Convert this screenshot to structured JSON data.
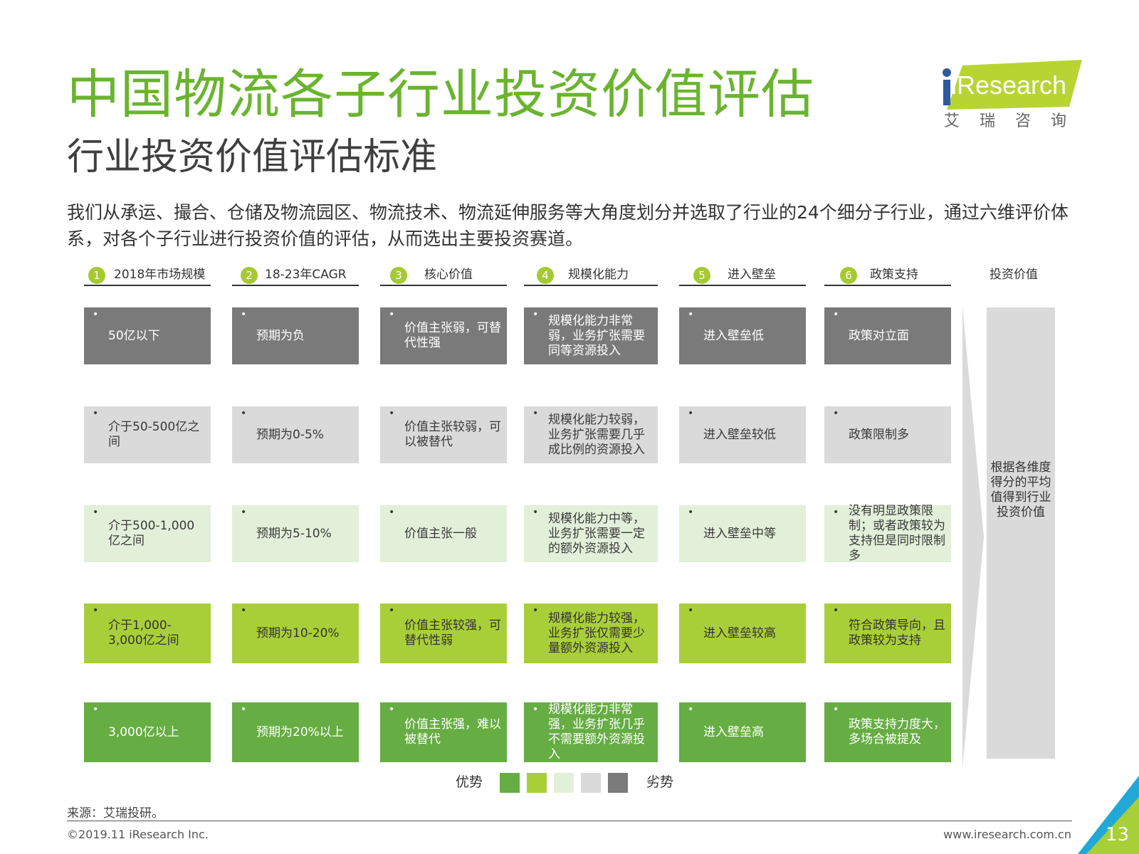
{
  "title": "中国物流各子行业投资价值评估",
  "subtitle": "行业投资价值评估标准",
  "intro": "我们从承运、撮合、仓储及物流园区、物流技术、物流延伸服务等大角度划分并选取了行业的24个细分子行业，通过六维评价体系，对各个子行业进行投资价值的评估，从而选出主要投资赛道。",
  "logo": {
    "brand": "iResearch",
    "cn": "艾瑞咨询"
  },
  "columns": [
    {
      "num": "1",
      "label": "2018年市场规模"
    },
    {
      "num": "2",
      "label": "18-23年CAGR"
    },
    {
      "num": "3",
      "label": "核心价值"
    },
    {
      "num": "4",
      "label": "规模化能力"
    },
    {
      "num": "5",
      "label": "进入壁垒"
    },
    {
      "num": "6",
      "label": "政策支持"
    }
  ],
  "value_header": "投资价值",
  "bullet": "•",
  "rows": [
    {
      "level": 1,
      "cells": [
        "50亿以下",
        "预期为负",
        "价值主张弱，可替代性强",
        "规模化能力非常弱，业务扩张需要同等资源投入",
        "进入壁垒低",
        "政策对立面"
      ]
    },
    {
      "level": 2,
      "cells": [
        "介于50-500亿之间",
        "预期为0-5%",
        "价值主张较弱，可以被替代",
        "规模化能力较弱，业务扩张需要几乎成比例的资源投入",
        "进入壁垒较低",
        "政策限制多"
      ]
    },
    {
      "level": 3,
      "cells": [
        "介于500-1,000亿之间",
        "预期为5-10%",
        "价值主张一般",
        "规模化能力中等，业务扩张需要一定的额外资源投入",
        "进入壁垒中等",
        "没有明显政策限制；或者政策较为支持但是同时限制多"
      ]
    },
    {
      "level": 4,
      "cells": [
        "介于1,000-3,000亿之间",
        "预期为10-20%",
        "价值主张较强，可替代性弱",
        "规模化能力较强，业务扩张仅需要少量额外资源投入",
        "进入壁垒较高",
        "符合政策导向，且政策较为支持"
      ]
    },
    {
      "level": 5,
      "cells": [
        "3,000亿以上",
        "预期为20%以上",
        "价值主张强，难以被替代",
        "规模化能力非常强，业务扩张几乎不需要额外资源投入",
        "进入壁垒高",
        "政策支持力度大，多场合被提及"
      ]
    }
  ],
  "value_text": "根据各维度得分的平均值得到行业投资价值",
  "legend": {
    "left": "优势",
    "right": "劣势",
    "colors": [
      "#66ad43",
      "#a9cf38",
      "#e3f0d9",
      "#dadada",
      "#7a7a7a"
    ]
  },
  "source": "来源：艾瑞投研。",
  "copyright": "©2019.11 iResearch Inc.",
  "website": "www.iresearch.com.cn",
  "page_number": "13"
}
